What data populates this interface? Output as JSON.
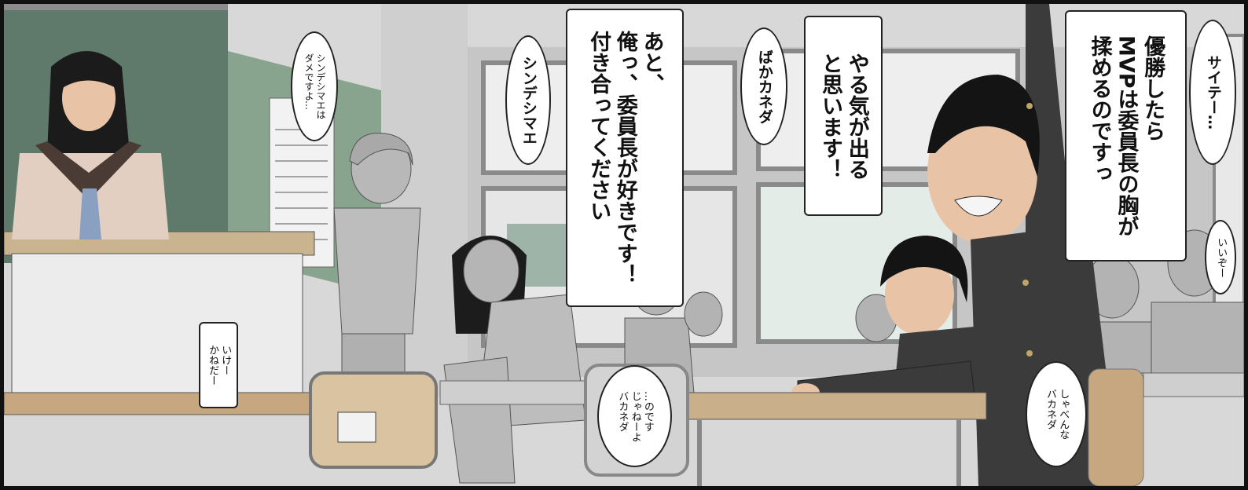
{
  "speech_bubbles": [
    {
      "id": "victory_mvp",
      "text": "優勝したら\nMVPは委員長の胸が\n揉めるのですっ"
    },
    {
      "id": "sai_te",
      "text": "サイテー…"
    },
    {
      "id": "yaruki",
      "text": "やる気が出る\nと思います！"
    },
    {
      "id": "baka_kaneda_1",
      "text": "ばかカネダ"
    },
    {
      "id": "confession",
      "text": "あと、\n俺っ、委員長が好きです！\n付き合ってください"
    },
    {
      "id": "shindeshimae",
      "text": "シンデシマエ"
    },
    {
      "id": "shindeshimae_dame",
      "text": "シンデシマエは\nダメですよ…"
    },
    {
      "id": "iike_kaneda",
      "text": "いけー\nかねだー"
    },
    {
      "id": "node_su",
      "text": "…のです\nじゃねーよ\nバカネダ"
    },
    {
      "id": "shaben_na",
      "text": "しゃべんな\nバカネダ"
    },
    {
      "id": "ii_zo",
      "text": "いいぞー"
    }
  ],
  "colors": {
    "frame_border": "#111111",
    "wall": "#d9d9d9",
    "chalkboard": "#5f7a6a",
    "desk_wood": "#c7a77f",
    "uniform_dark": "#3b3b3b",
    "background_student": "#b4b4b4"
  }
}
